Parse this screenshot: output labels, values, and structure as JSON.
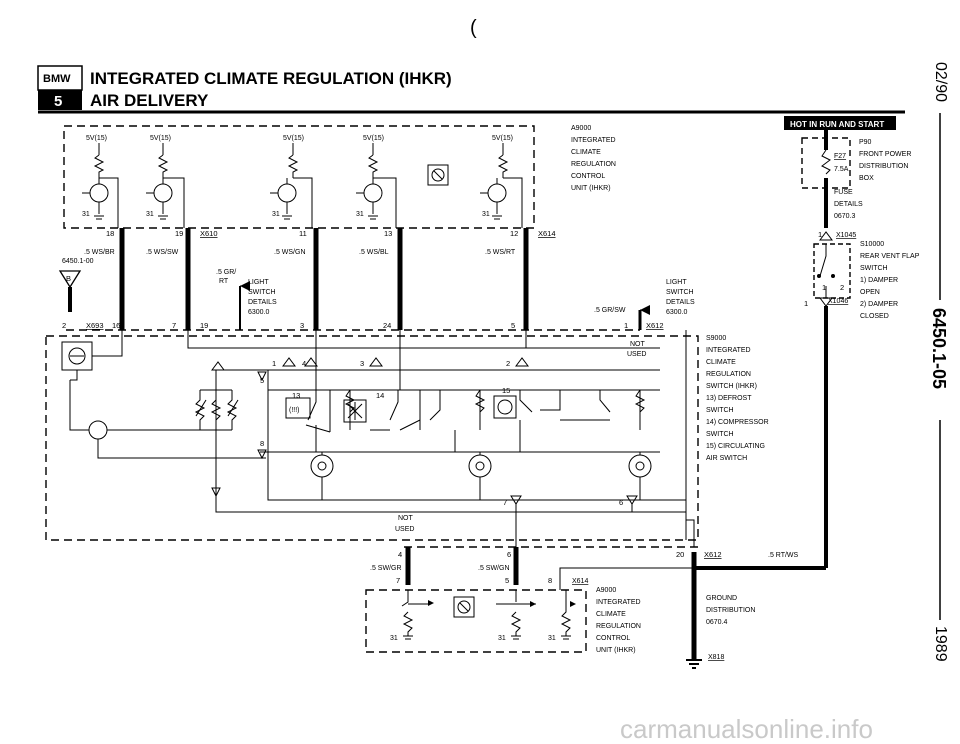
{
  "header": {
    "logo_top": "BMW",
    "logo_bottom": "5",
    "title": "INTEGRATED CLIMATE REGULATION (IHKR)",
    "subtitle": "AIR DELIVERY",
    "top_mark": "(",
    "side_date": "02/90",
    "side_code": "6450.1-05",
    "side_year": "1989"
  },
  "badge": {
    "text": "HOT IN RUN AND START"
  },
  "components": {
    "a9000_top": [
      "A9000",
      "INTEGRATED",
      "CLIMATE",
      "REGULATION",
      "CONTROL",
      "UNIT (IHKR)"
    ],
    "a9000_bottom": [
      "A9000",
      "INTEGRATED",
      "CLIMATE",
      "REGULATION",
      "CONTROL",
      "UNIT (IHKR)"
    ],
    "p90": [
      "P90",
      "FRONT POWER",
      "DISTRIBUTION",
      "BOX"
    ],
    "fuse": [
      "FUSE",
      "DETAILS",
      "0670.3"
    ],
    "fuse_id": "F27",
    "fuse_amp": "7.5A",
    "s10000": [
      "S10000",
      "REAR VENT FLAP",
      "SWITCH",
      "1)  DAMPER",
      "     OPEN",
      "2)  DAMPER",
      "     CLOSED"
    ],
    "s9000": [
      "S9000",
      "INTEGRATED",
      "CLIMATE",
      "REGULATION",
      "SWITCH (IHKR)",
      "13) DEFROST",
      "     SWITCH",
      "14) COMPRESSOR",
      "     SWITCH",
      "15) CIRCULATING",
      "     AIR SWITCH"
    ],
    "light_switch_left": [
      "LIGHT",
      "SWITCH",
      "DETAILS",
      "6300.0"
    ],
    "light_switch_right": [
      "LIGHT",
      "SWITCH",
      "DETAILS",
      "6300.0"
    ],
    "ground": [
      "GROUND",
      "DISTRIBUTION",
      "0670.4"
    ],
    "not_used_1": [
      "NOT",
      "USED"
    ],
    "not_used_2": [
      "NOT",
      "USED"
    ]
  },
  "labels": {
    "supply": "5V(15)",
    "ground31": "31",
    "x610": "X610",
    "x614": "X614",
    "x693": "X693",
    "x612": "X612",
    "x1045": "X1045",
    "x1046": "X1046",
    "x818": "X818",
    "ref_6450": "6450.1-00",
    "b_letter": "B",
    "w_ws_br": ".5 WS/BR",
    "w_ws_sw": ".5 WS/SW",
    "w_ws_gn": ".5 WS/GN",
    "w_ws_bl": ".5 WS/BL",
    "w_ws_rt": ".5 WS/RT",
    "w_gr_rt_1": ".5 GR/",
    "w_gr_rt_2": "RT",
    "w_gr_sw": ".5 GR/SW",
    "w_rt_ws": ".5 RT/WS",
    "w_sw_gr": ".5 SW/GR",
    "w_sw_gn": ".5 SW/GN"
  },
  "pins": {
    "p18": "18",
    "p19": "19",
    "p11": "11",
    "p13": "13",
    "p12": "12",
    "p2": "2",
    "p16": "16",
    "p7": "7",
    "p19b": "19",
    "p3": "3",
    "p24": "24",
    "p5": "5",
    "p1": "1",
    "s_1": "1",
    "s_4": "4",
    "s_3": "3",
    "s_2": "2",
    "s_5": "5",
    "s_8": "8",
    "s_13": "13",
    "s_14": "14",
    "s_15": "15",
    "s_7": "7",
    "s_6": "6",
    "b_4": "4",
    "b_6": "6",
    "b_20": "20",
    "b_7": "7",
    "b_5": "5",
    "b_8": "8",
    "r_1": "1",
    "r_2": "2",
    "r_1b": "1",
    "r_1c": "1"
  },
  "watermark": "carmanualsonline.info"
}
